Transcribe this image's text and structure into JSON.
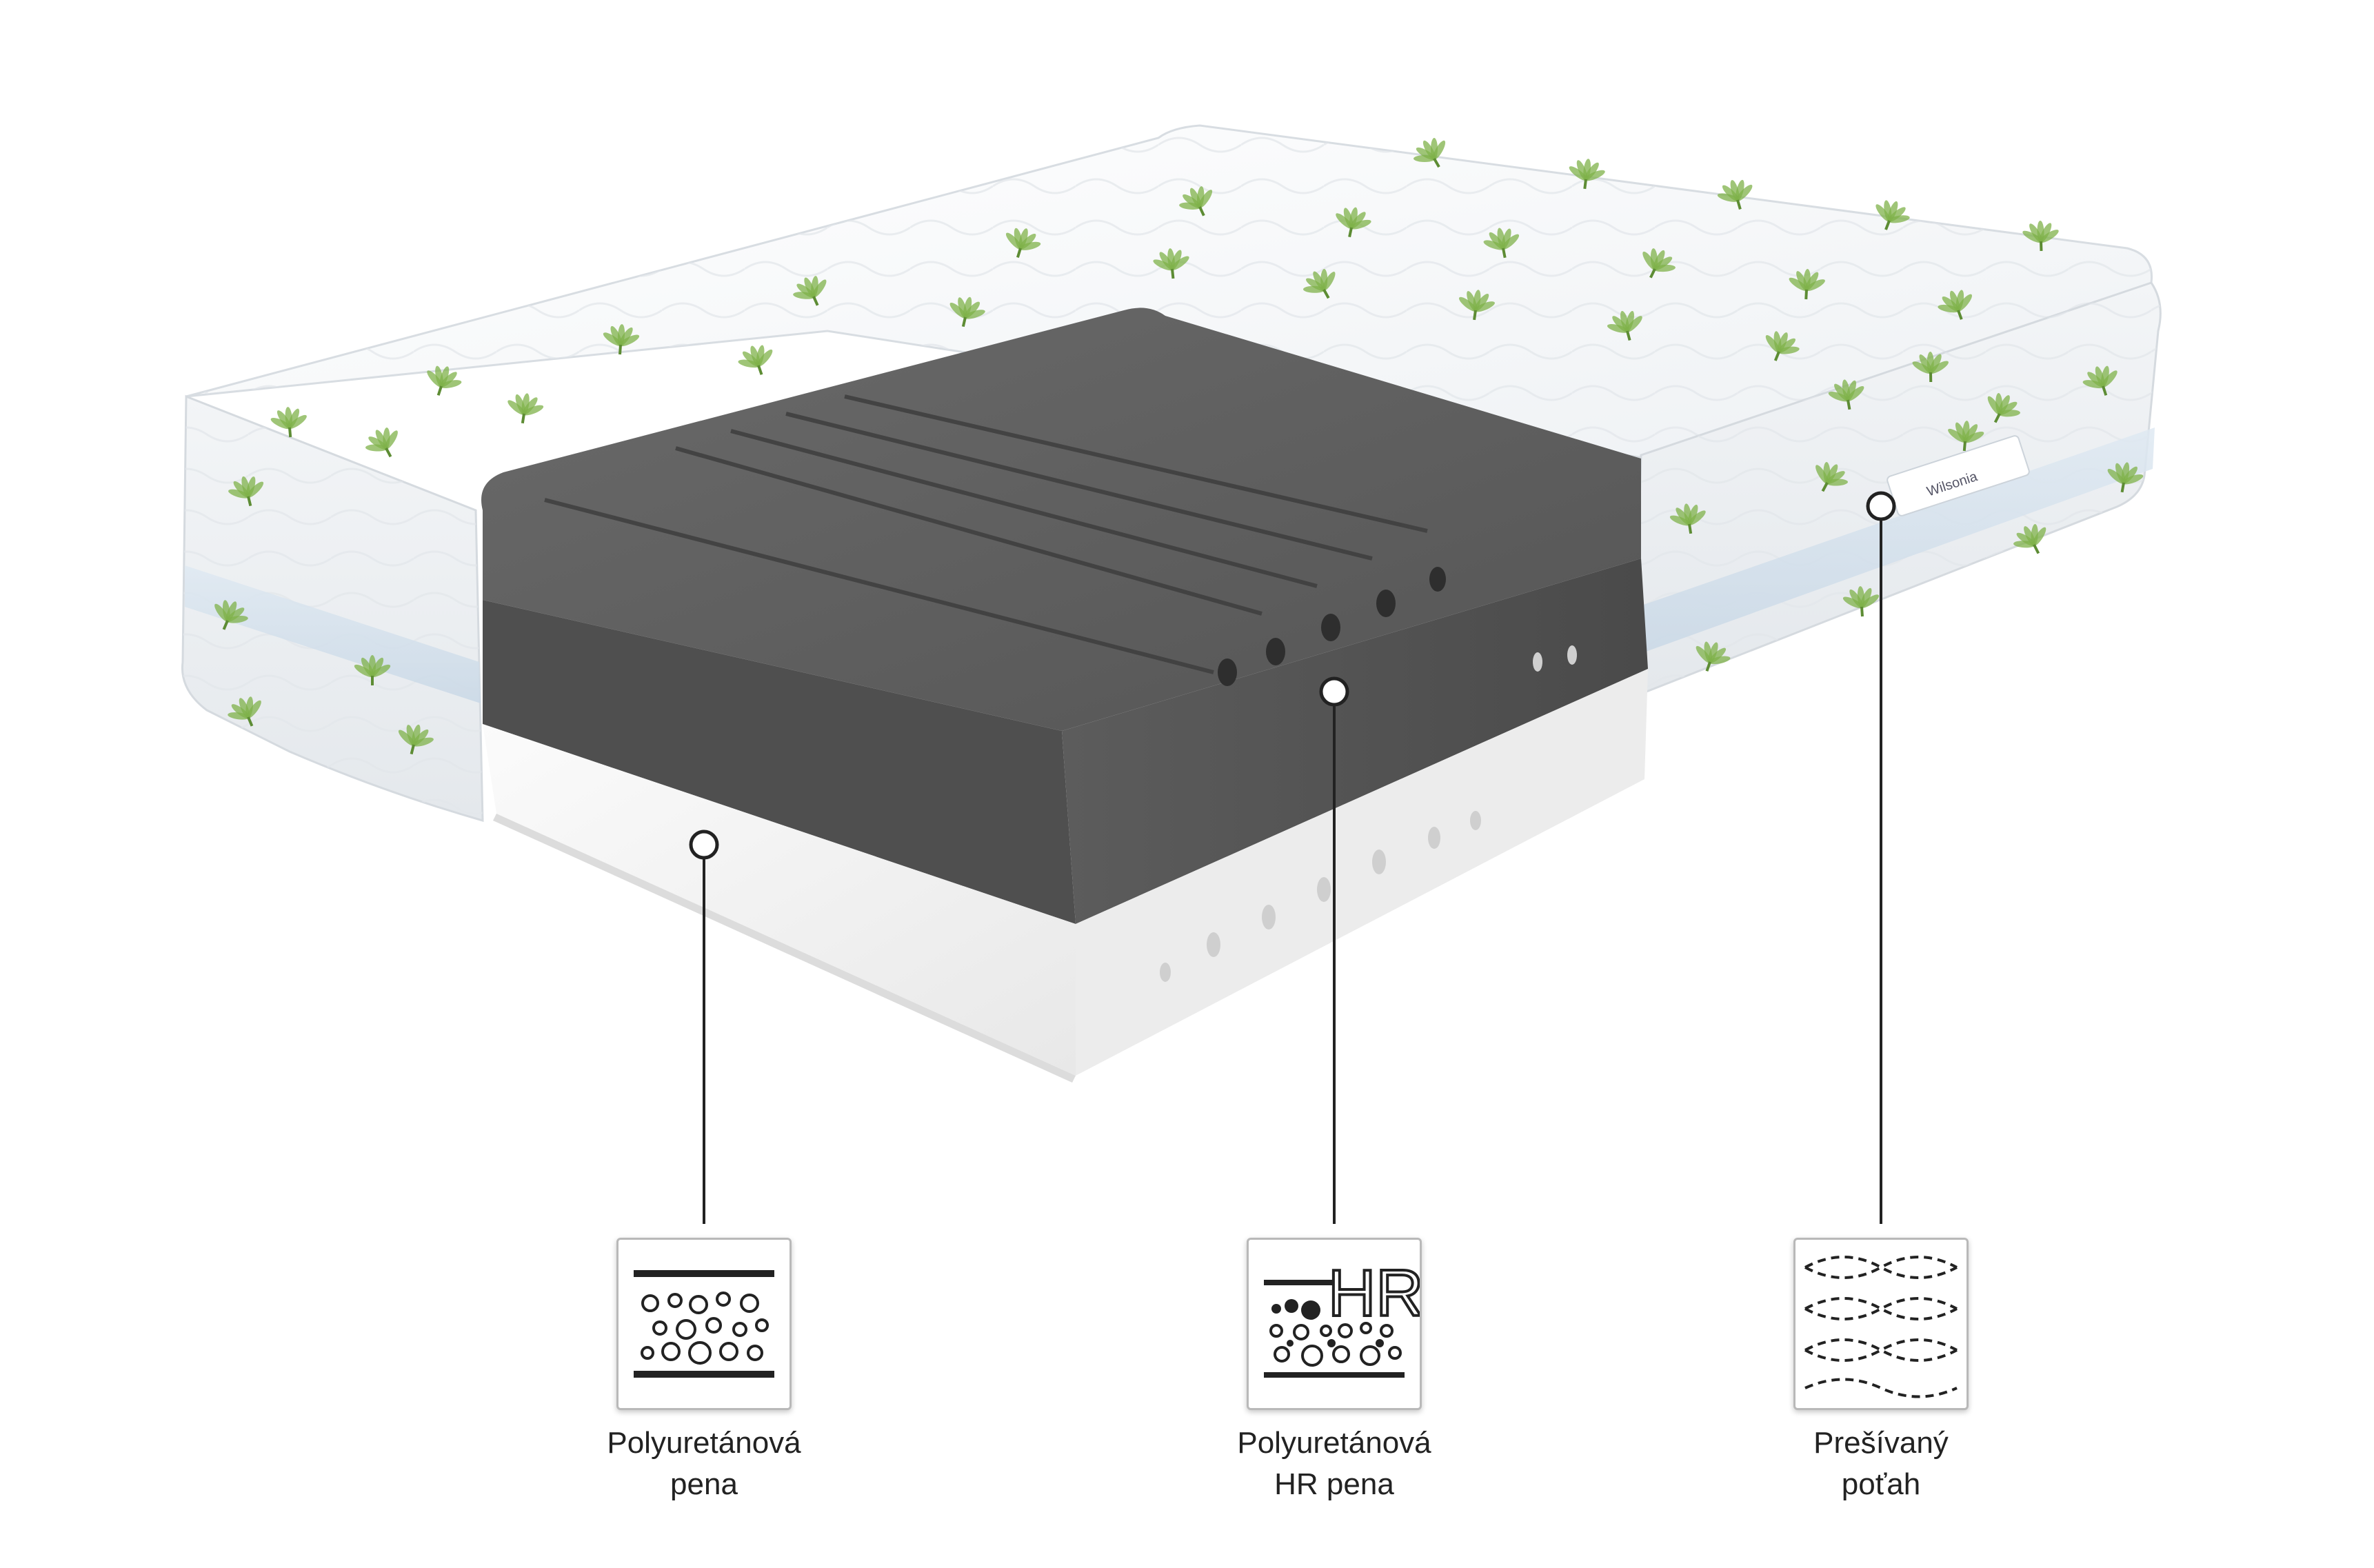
{
  "brand": {
    "tag_text": "Wilsonia"
  },
  "features": [
    {
      "id": "polyurethane-foam",
      "line1": "Polyuretánová",
      "line2": "pena",
      "icon": "foam-layer-icon"
    },
    {
      "id": "hr-foam",
      "line1": "Polyuretánová",
      "line2": "HR pena",
      "icon": "hr-foam-icon",
      "icon_text": "HR"
    },
    {
      "id": "quilted-cover",
      "line1": "Prešívaný",
      "line2": "poťah",
      "icon": "quilted-cover-icon"
    }
  ],
  "colors": {
    "foam_dark": "#5a5a5a",
    "foam_white": "#f3f3f3",
    "cover": "#f4f6f8",
    "leaf": "#7fb24a",
    "callout": "#222222"
  }
}
